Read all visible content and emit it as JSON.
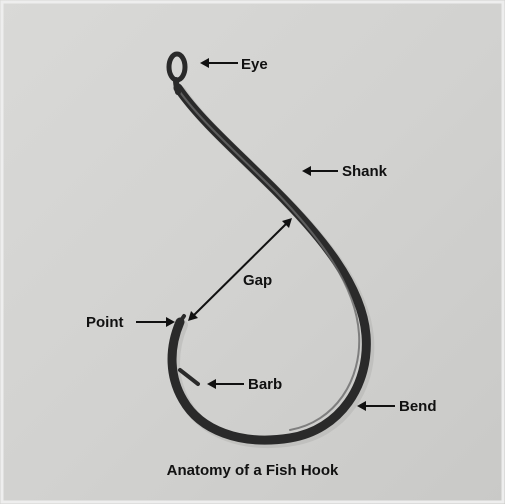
{
  "figure": {
    "caption": "Anatomy of a Fish Hook",
    "parts": {
      "eye": "Eye",
      "shank": "Shank",
      "gap": "Gap",
      "point": "Point",
      "barb": "Barb",
      "bend": "Bend"
    }
  },
  "colors": {
    "background": "#d6d6d4",
    "hook": "#2a2a2a",
    "text": "#111111"
  }
}
